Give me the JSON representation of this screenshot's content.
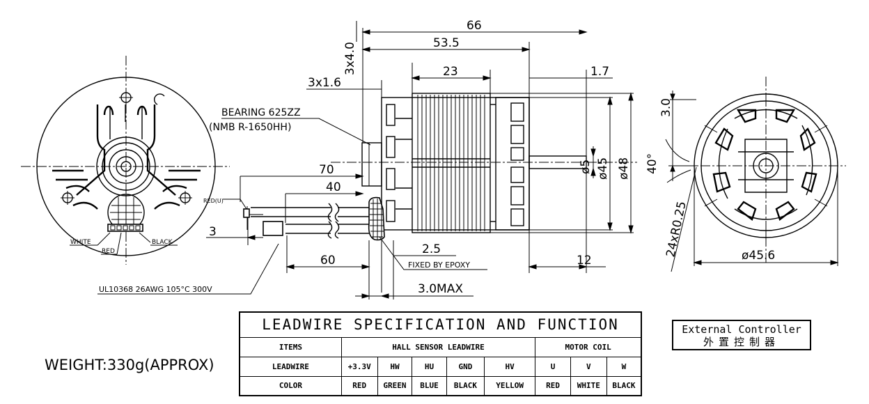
{
  "dimensions": {
    "d66": "66",
    "d53_5": "53.5",
    "d3x4": "3x4.0",
    "d23": "23",
    "d1_7": "1.7",
    "d3x1_6": "3x1.6",
    "d70": "70",
    "d40": "40",
    "d3": "3",
    "d60": "60",
    "d2_5": "2.5",
    "d3max": "3.0MAX",
    "d12": "12",
    "dphi5": "ø5",
    "dphi45": "ø45",
    "dphi48": "ø48",
    "d3_0": "3.0",
    "d40deg": "40°",
    "d24r": "24xR0.25",
    "dphi45_6": "ø45.6"
  },
  "annotations": {
    "bearing_line1": "BEARING 625ZZ",
    "bearing_line2": "(NMB R-1650HH)",
    "fixed_epoxy": "FIXED BY EPOXY",
    "cable_spec": "UL10368 26AWG 105°C 300V",
    "red_u": "RED(U)",
    "white": "WHITE",
    "red": "RED",
    "black": "BLACK"
  },
  "table": {
    "title": "LEADWIRE SPECIFICATION AND FUNCTION",
    "items_label": "ITEMS",
    "hall_label": "HALL SENSOR LEADWIRE",
    "coil_label": "MOTOR COIL",
    "leadwire_label": "LEADWIRE",
    "color_label": "COLOR",
    "leadwires": [
      "+3.3V",
      "HW",
      "HU",
      "GND",
      "HV",
      "U",
      "V",
      "W"
    ],
    "colors": [
      "RED",
      "GREEN",
      "BLUE",
      "BLACK",
      "YELLOW",
      "RED",
      "WHITE",
      "BLACK"
    ]
  },
  "controller": {
    "line1": "External Controller",
    "line2": "外置控制器"
  },
  "weight": "WEIGHT:330g(APPROX)"
}
